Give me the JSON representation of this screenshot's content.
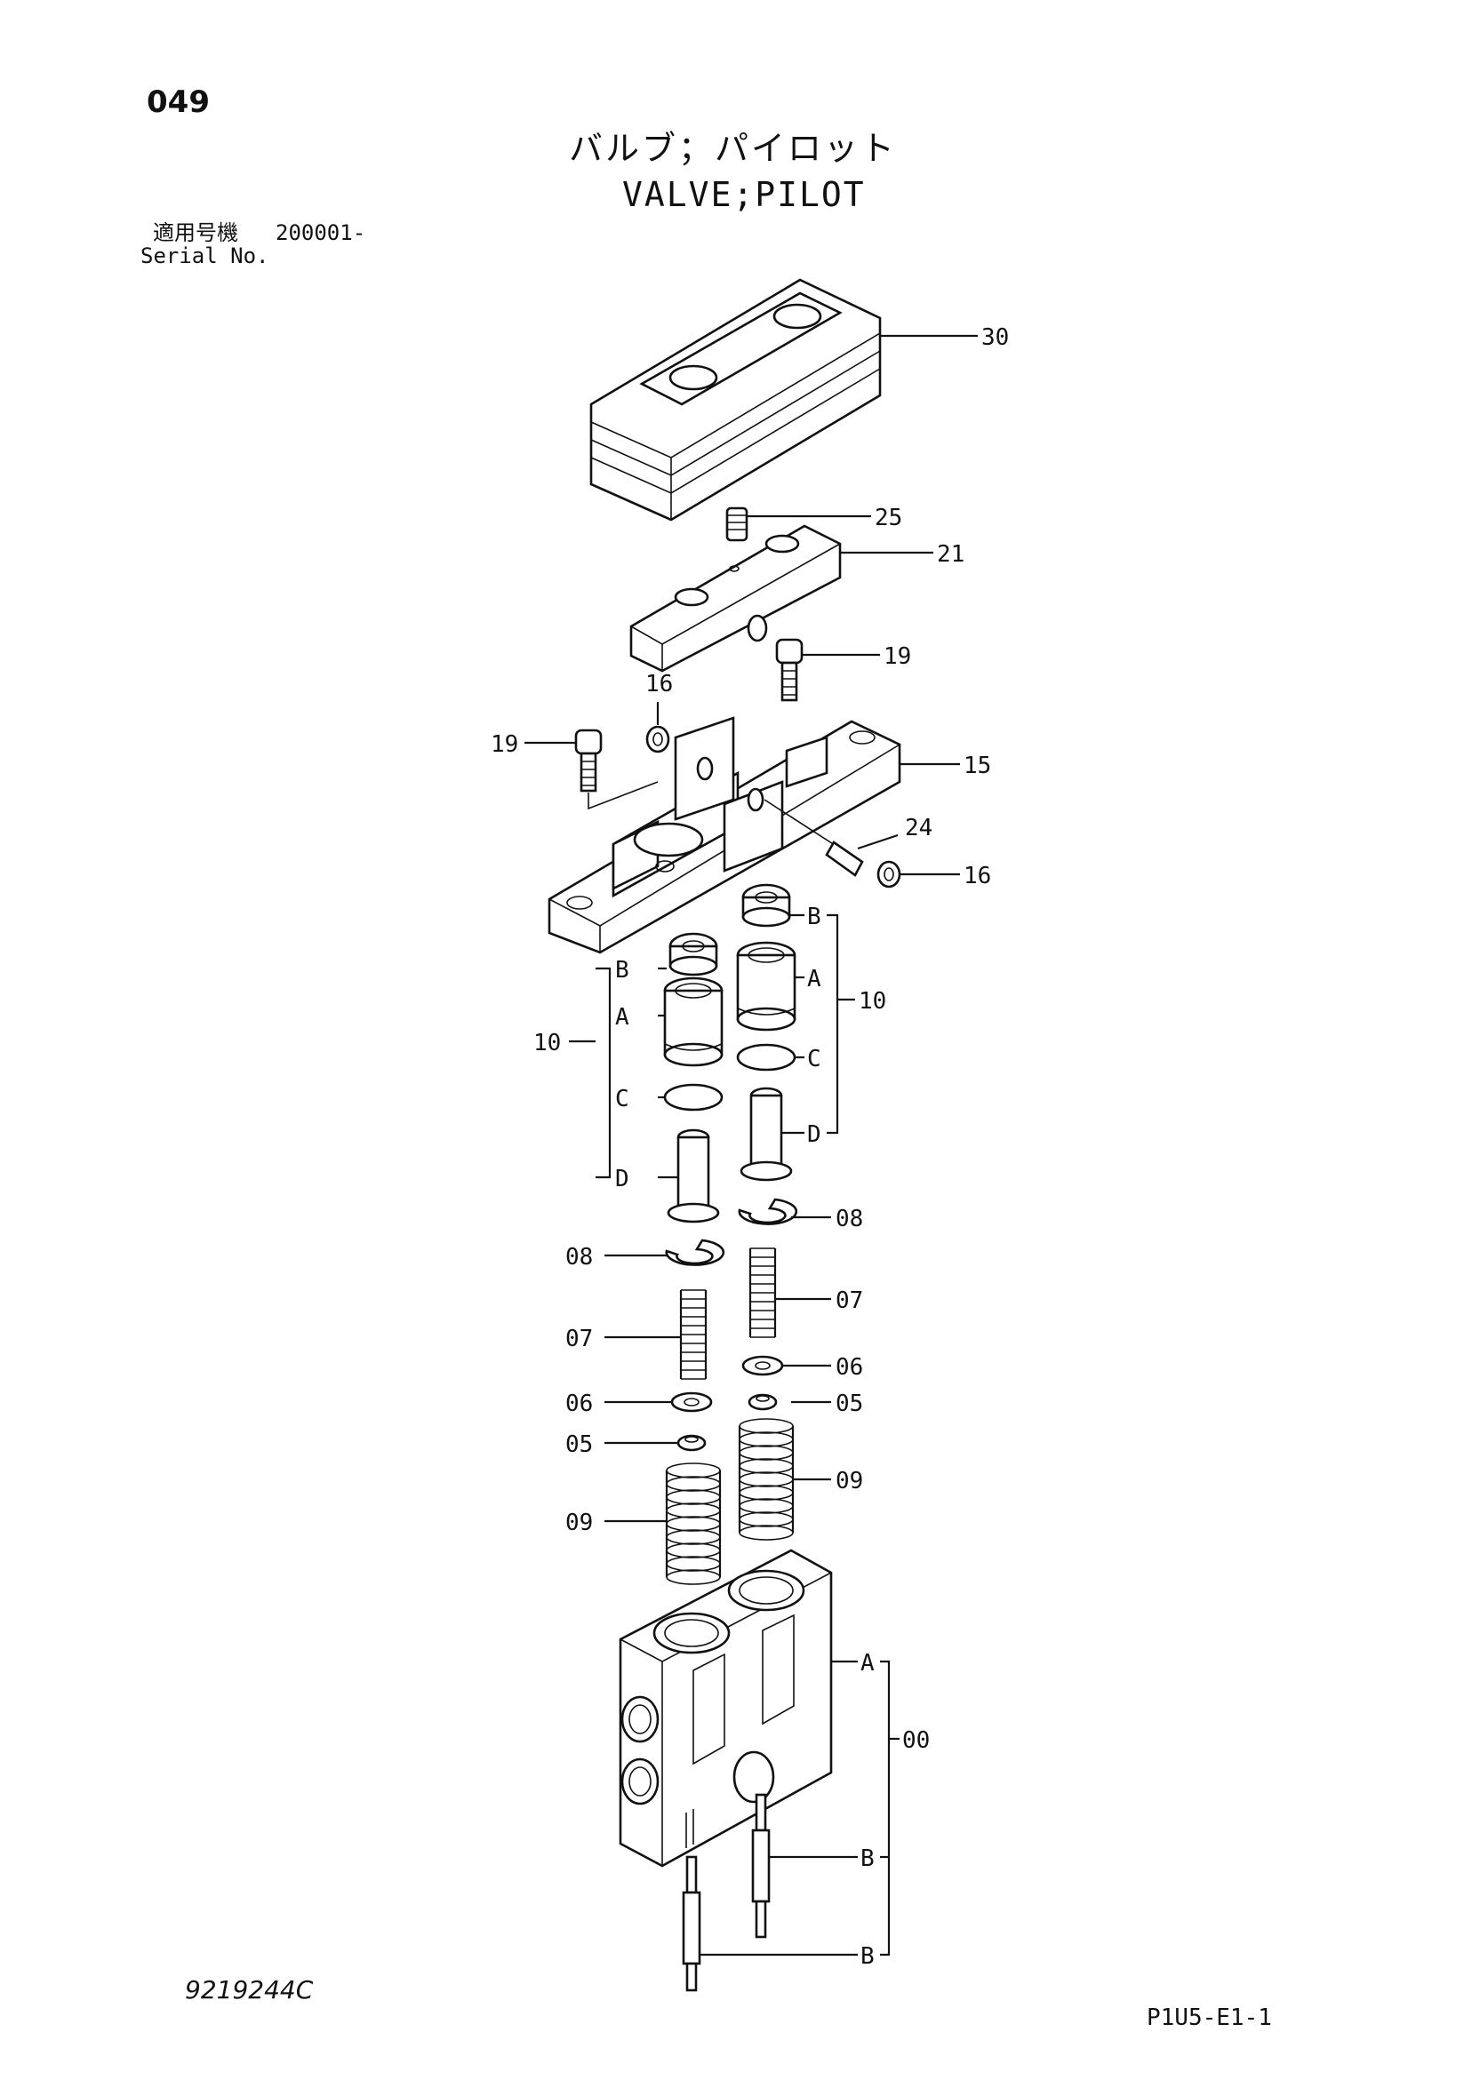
{
  "header": {
    "page_number": "049",
    "title_jp": "バルブ；パイロット",
    "title_en": "VALVE;PILOT",
    "serial_label_jp": "適用号機",
    "serial_value": "200001-",
    "serial_label_en": "Serial No."
  },
  "callouts": {
    "c30": "30",
    "c25": "25",
    "c21": "21",
    "c19_right": "19",
    "c16_top": "16",
    "c19_left": "19",
    "c15": "15",
    "c24": "24",
    "c16_right": "16",
    "b_left": "B",
    "a_left": "A",
    "c_left": "C",
    "d_left": "D",
    "c10_left": "10",
    "b_right": "B",
    "a_right": "A",
    "c_right": "C",
    "d_right": "D",
    "c10_right": "10",
    "c08_right": "08",
    "c08_left": "08",
    "c07_right": "07",
    "c07_left": "07",
    "c06_right": "06",
    "c06_left": "06",
    "c05_right": "05",
    "c05_left": "05",
    "c09_right": "09",
    "c09_left": "09",
    "a_body": "A",
    "c00": "00",
    "b_body1": "B",
    "b_body2": "B"
  },
  "footer": {
    "drawing_number": "9219244C",
    "sheet_code": "P1U5-E1-1"
  }
}
